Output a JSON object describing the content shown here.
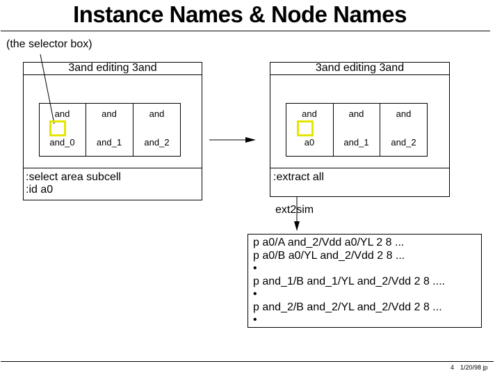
{
  "title": "Instance Names & Node Names",
  "selector_note": "(the selector box)",
  "left_window": {
    "header": "3and editing  3and",
    "cells": [
      {
        "top": "and",
        "bottom": "and_0"
      },
      {
        "top": "and",
        "bottom": "and_1"
      },
      {
        "top": "and",
        "bottom": "and_2"
      }
    ],
    "commands": [
      ":select area subcell",
      ":id a0"
    ]
  },
  "right_window": {
    "header": "3and editing  3and",
    "cells": [
      {
        "top": "and",
        "bottom": "a0"
      },
      {
        "top": "and",
        "bottom": "and_1"
      },
      {
        "top": "and",
        "bottom": "and_2"
      }
    ],
    "commands": [
      ":extract all"
    ]
  },
  "ext2sim_label": "ext2sim",
  "sim_output": [
    "p a0/A and_2/Vdd a0/YL 2 8 ...",
    "p a0/B a0/YL and_2/Vdd 2 8 ...",
    "•",
    "p and_1/B and_1/YL and_2/Vdd 2 8 ....",
    "•",
    "p and_2/B and_2/YL and_2/Vdd 2 8 ...",
    "•"
  ],
  "footer": {
    "page": "4",
    "date_author": "1/20/98  jp"
  },
  "colors": {
    "selector": "#e5e600",
    "ink": "#000000"
  }
}
